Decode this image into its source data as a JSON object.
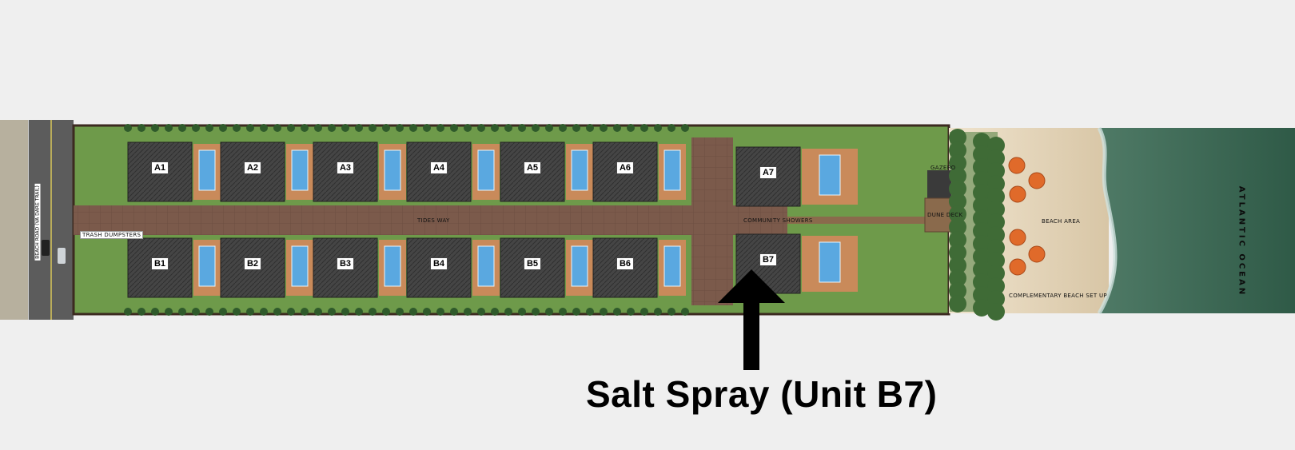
{
  "map": {
    "road_label": "BEACH ROAD (VA DARE TRAIL)",
    "street_label": "TIDES WAY",
    "trash_label": "TRASH DUMPSTERS",
    "showers_label": "COMMUNITY SHOWERS",
    "gazebo_label": "GAZEBO",
    "dune_deck_label": "DUNE DECK",
    "beach_area_label": "BEACH AREA",
    "beach_setup_label": "COMPLEMENTARY BEACH SET UP",
    "ocean_label": "ATLANTIC OCEAN",
    "units_top": [
      "A1",
      "A2",
      "A3",
      "A4",
      "A5",
      "A6",
      "A7"
    ],
    "units_bottom": [
      "B1",
      "B2",
      "B3",
      "B4",
      "B5",
      "B6",
      "B7"
    ],
    "highlighted_unit": "B7",
    "caption": "Salt Spray (Unit B7)",
    "colors": {
      "background": "#efefef",
      "lawn": "#6e9a4a",
      "road": "#7b5a4b",
      "roof": "#3e3e3e",
      "pool": "#5aa8e0",
      "sand": "#e8dcc5",
      "ocean": "#3f6a55"
    }
  }
}
